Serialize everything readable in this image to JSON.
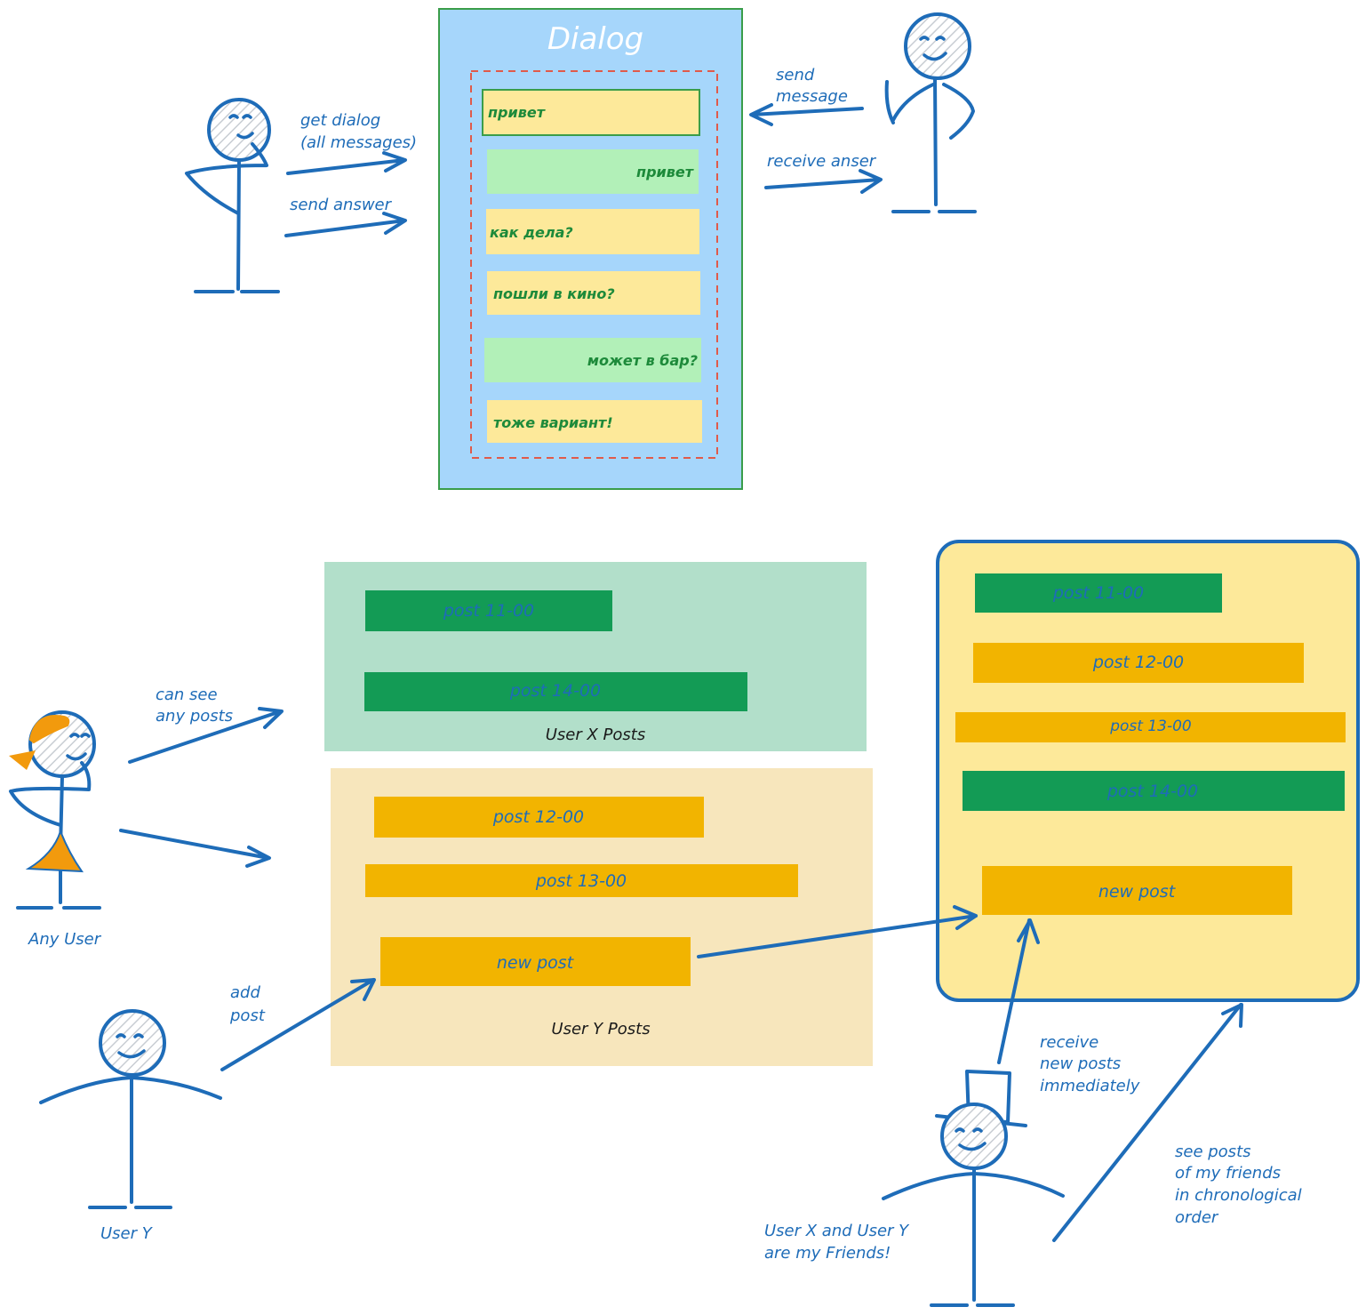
{
  "dialog": {
    "title": "Dialog",
    "messages": [
      {
        "text": "привет",
        "side": "left"
      },
      {
        "text": "привет",
        "side": "right"
      },
      {
        "text": "как дела?",
        "side": "left"
      },
      {
        "text": "пошли в кино?",
        "side": "left"
      },
      {
        "text": "может в бар?",
        "side": "right"
      },
      {
        "text": "тоже вариант!",
        "side": "left"
      }
    ]
  },
  "left_user": {
    "get_dialog": "get dialog",
    "get_dialog_sub": "(all messages)",
    "send_answer": "send answer"
  },
  "right_user": {
    "send_message_1": "send",
    "send_message_2": "message",
    "receive": "receive anser"
  },
  "any_user": {
    "label": "Any User",
    "can_see_1": "can see",
    "can_see_2": "any posts"
  },
  "user_x_posts": {
    "caption": "User X Posts",
    "posts": [
      "post 11-00",
      "post 14-00"
    ]
  },
  "user_y_posts": {
    "caption": "User Y Posts",
    "posts": [
      "post 12-00",
      "post 13-00",
      "new post"
    ]
  },
  "user_y": {
    "label": "User Y",
    "add_1": "add",
    "add_2": "post"
  },
  "feed": {
    "posts": [
      "post 11-00",
      "post 12-00",
      "post 13-00",
      "post 14-00",
      "new post"
    ]
  },
  "viewer": {
    "receive_1": "receive",
    "receive_2": "new posts",
    "receive_3": "immediately",
    "friends_1": "User X and User Y",
    "friends_2": "are my Friends!",
    "see_1": "see posts",
    "see_2": "of my friends",
    "see_3": "in chronological",
    "see_4": "order"
  },
  "colors": {
    "ink": "#1e6cb8",
    "dialog_bg": "#a6d6fb",
    "msg_yellow": "#fde99a",
    "msg_green": "#b2f0b8",
    "post_green": "#139b55",
    "post_yellow": "#f2b400",
    "x_panel": "#b2dfca",
    "y_panel": "#f7e6bc",
    "feed_bg": "#fde99a",
    "orange": "#f29a0d"
  }
}
